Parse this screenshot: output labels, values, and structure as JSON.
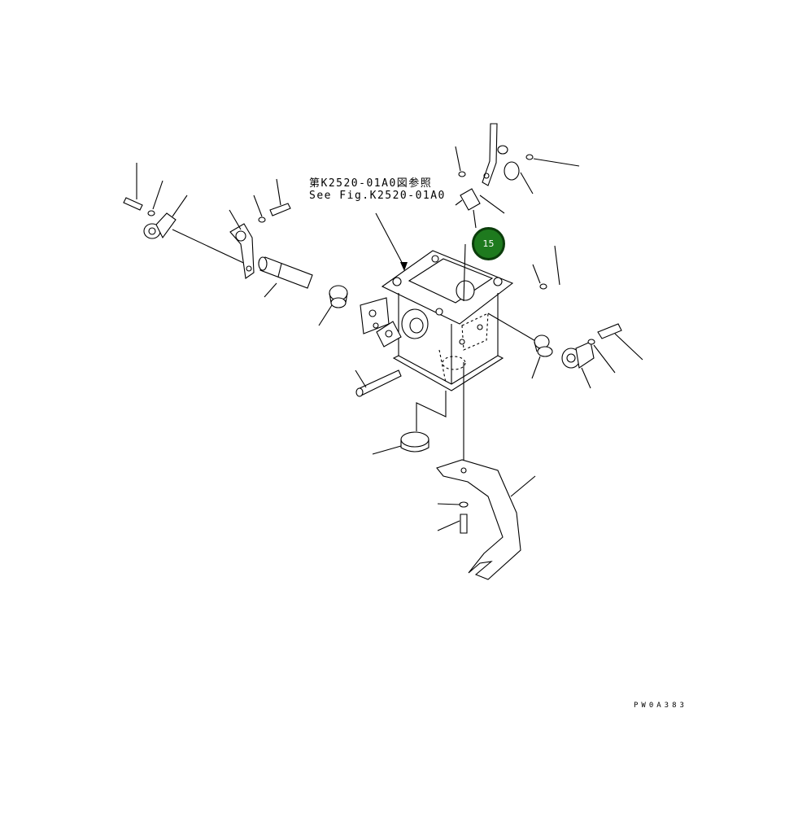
{
  "reference": {
    "japanese": "第K2520-01A0図参照",
    "english": "See Fig.K2520-01A0"
  },
  "callout": {
    "label": "15",
    "color": "#1e7a1e"
  },
  "drawing_code": "PW0A383"
}
